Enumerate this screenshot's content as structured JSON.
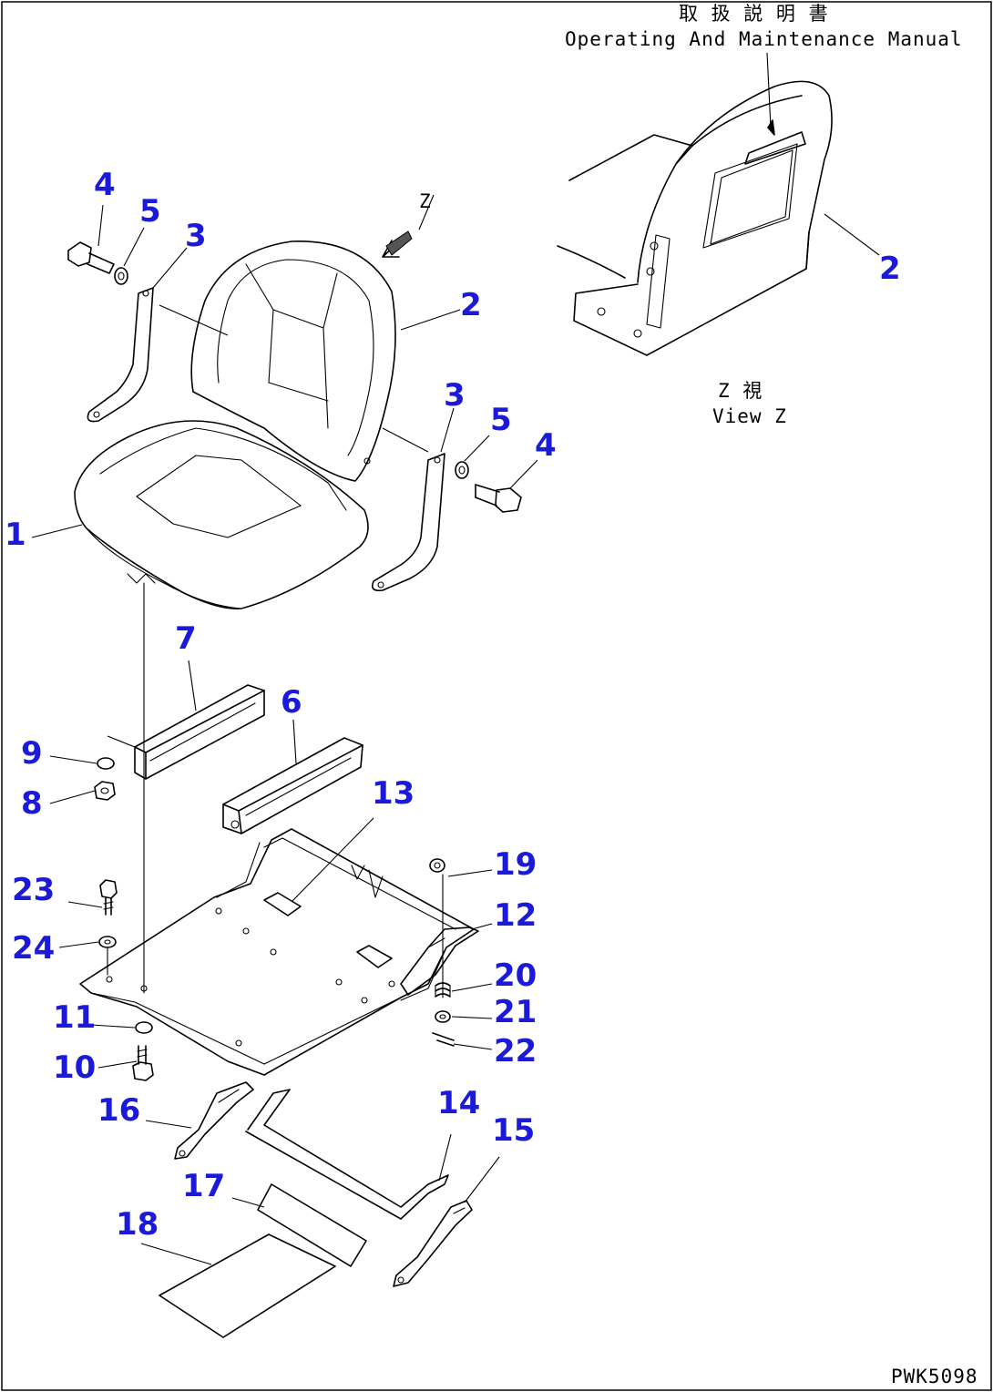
{
  "header": {
    "manual_jp": "取 扱 説 明 書",
    "manual_en": "Operating And Maintenance Manual"
  },
  "view_label": {
    "jp": "Z 視",
    "en": "View Z"
  },
  "arrow_label": "Z",
  "drawing_code": "PWK5098",
  "callouts": {
    "p1": "1",
    "p2a": "2",
    "p2b": "2",
    "p3a": "3",
    "p3b": "3",
    "p4a": "4",
    "p4b": "4",
    "p5a": "5",
    "p5b": "5",
    "p6": "6",
    "p7": "7",
    "p8": "8",
    "p9": "9",
    "p10": "10",
    "p11": "11",
    "p12": "12",
    "p13": "13",
    "p14": "14",
    "p15": "15",
    "p16": "16",
    "p17": "17",
    "p18": "18",
    "p19": "19",
    "p20": "20",
    "p21": "21",
    "p22": "22",
    "p23": "23",
    "p24": "24"
  },
  "colors": {
    "callout": "#1a1ad8",
    "lines": "#000000"
  }
}
